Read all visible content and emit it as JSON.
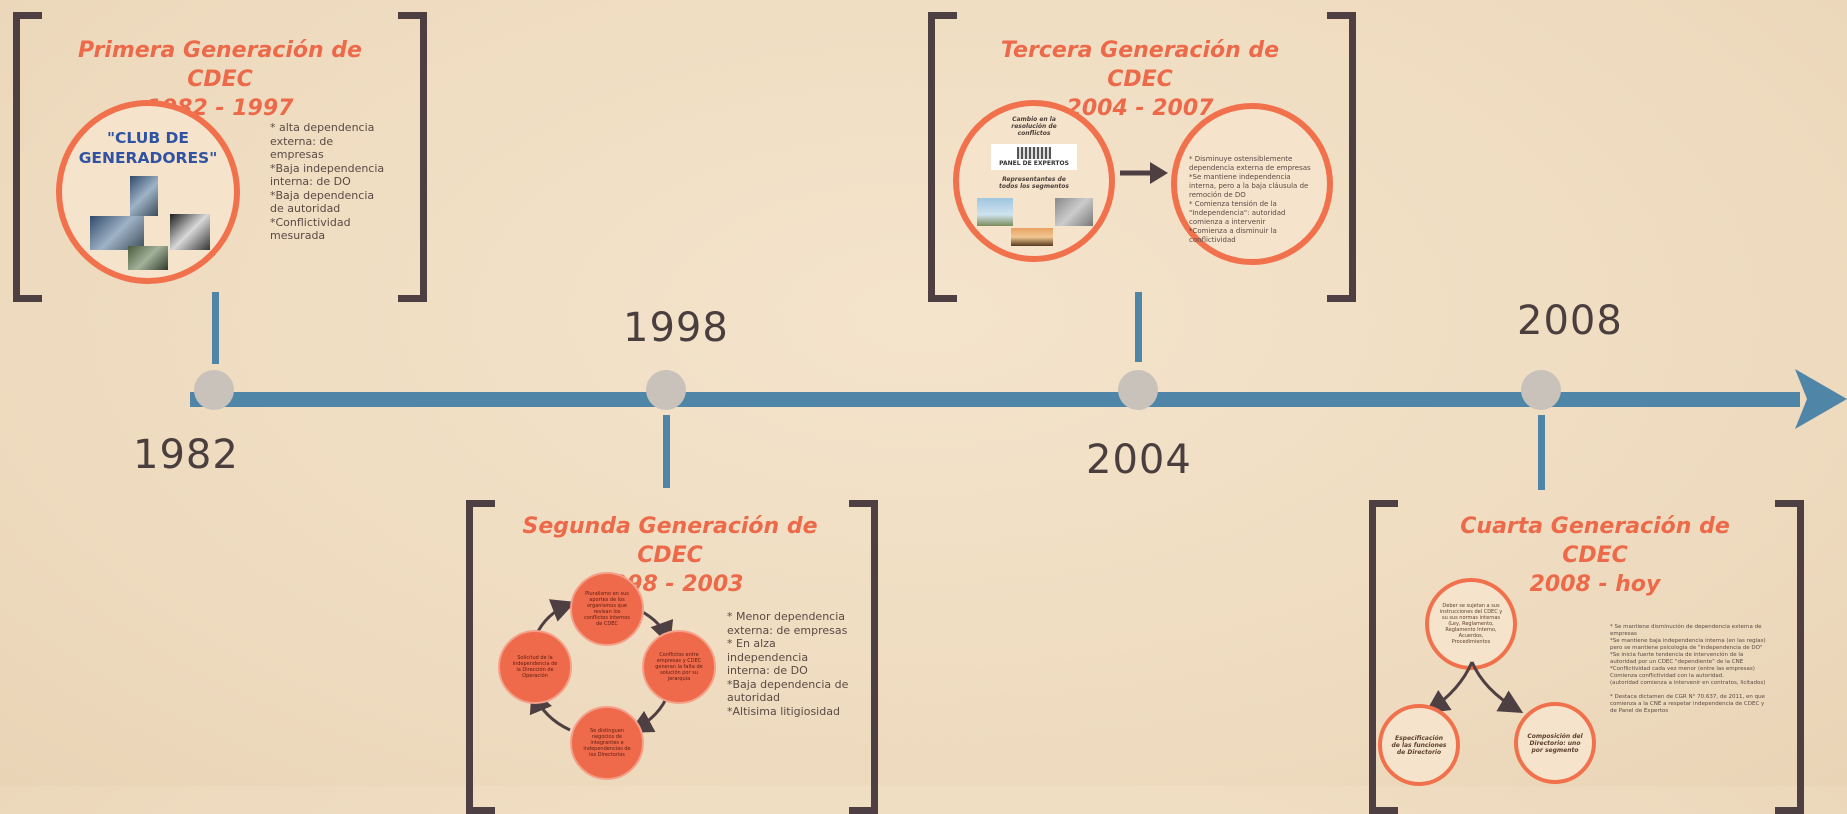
{
  "colors": {
    "accent": "#ec6a4a",
    "timeline": "#4f86a8",
    "bracket": "#4e3f43",
    "background": "#f0dec4"
  },
  "years": {
    "y1982": "1982",
    "y1998": "1998",
    "y2004": "2004",
    "y2008": "2008"
  },
  "gen1": {
    "title": "Primera Generación de CDEC",
    "period": "1982 - 1997",
    "club": "\"CLUB DE GENERADORES\"",
    "notes": "* alta dependencia\nexterna: de\nempresas\n*Baja independencia\ninterna: de DO\n*Baja dependencia\nde autoridad\n*Conflictividad\nmesurada"
  },
  "gen2": {
    "title": "Segunda Generación de CDEC",
    "period": "1998 - 2003",
    "notes": "* Menor dependencia\nexterna: de empresas\n* En alza independencia\ninterna: de DO\n*Baja dependencia de\nautoridad\n*Altisima litigiosidad",
    "cycle": [
      "Pluralismo en sus aportes de los organismos que revisan los conflictos internos de CDEC",
      "Conflictos entre empresas y CDEC generan la falta de solución por su jerarquía",
      "Se distinguen negocios de integrantes e independencias de los Directorios",
      "Solicitud de la independencia de la Dirección de Operación"
    ]
  },
  "gen3": {
    "title": "Tercera Generación de CDEC",
    "period": "2004 - 2007",
    "circle_top": "Cambio en la resolución de conflictos",
    "panel_label": "PANEL DE EXPERTOS",
    "circle_bottom": "Representantes de todos los segmentos",
    "notes": "* Disminuye ostensiblemente dependencia externa de empresas\n*Se mantiene independencia interna, pero a la baja cláusula de remoción de DO\n* Comienza tensión de la \"Independencia\": autoridad comienza a intervenir\n*Comienza a disminuir la conflictividad"
  },
  "gen4": {
    "title": "Cuarta Generación de CDEC",
    "period": "2008 - hoy",
    "top": "Deber se sujetan a sus instrucciones del CDEC y su sus normas internas (Ley, Reglamento, Reglamento Interno, Acuerdos, Procedimientos",
    "left": "Especificación de las funciones de Directorio",
    "right": "Composición del Directorio: uno por segmento",
    "notes": "* Se mantiene disminución de dependencia externa de empresas\n*Se mantiene baja independencia interna (en las reglas) pero se mantiene psicología de \"independencia de DO\"\n*Se inicia fuerte tendencia de intervención de la autoridad por un CDEC \"dependiente\" de la CNE\n*Conflictividad cada vez menor (entre las empresas)\nComienza conflictividad con la autoridad.\n(autoridad comienza a intervenir en contratos, licitados)\n\n* Destaca dictamen de CGR N° 70.637, de 2011, en que comienza a la CNE a respetar independencia de CDEC y de Panel de Expertos"
  }
}
